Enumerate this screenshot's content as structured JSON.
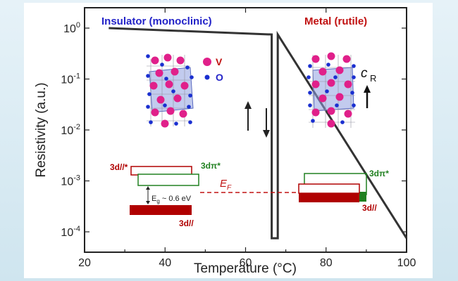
{
  "chart_data": {
    "type": "line",
    "x": [
      26,
      66.5,
      66.5,
      68,
      68,
      100
    ],
    "y": [
      1.0,
      0.75,
      7.5e-05,
      7.5e-05,
      0.75,
      7.5e-05
    ],
    "xlim": [
      20,
      100
    ],
    "ylim_log10": [
      -4.4,
      0.4
    ],
    "log_y": true,
    "xlabel": "Temperature (°C)",
    "ylabel": "Resistivity (a.u.)",
    "x_ticks": [
      "20",
      "40",
      "60",
      "80",
      "100"
    ],
    "y_ticks": [
      {
        "base": "10",
        "exp": "0"
      },
      {
        "base": "10",
        "exp": "-1"
      },
      {
        "base": "10",
        "exp": "-2"
      },
      {
        "base": "10",
        "exp": "-3"
      },
      {
        "base": "10",
        "exp": "-4"
      }
    ],
    "line_color": "#333333"
  },
  "annotations": {
    "insulator_phase": "Insulator (monoclinic)",
    "metal_phase": "Metal (rutile)",
    "legend_v": "V",
    "legend_o": "O",
    "c_axis_label": "c",
    "c_axis_sub": "R",
    "fermi_label": "E",
    "fermi_sub": "F",
    "gap_label": "E",
    "gap_sub": "g",
    "gap_value": "~ 0.6 eV",
    "band_d_parallel": "3d//",
    "band_d_parallel_star": "3d//*",
    "band_d_pi_star": "3dπ*"
  },
  "colors": {
    "vanadium": "#e0208a",
    "oxygen": "#1a2fd0",
    "red_band": "#b00000",
    "green_band": "#208020",
    "fermi_line": "#c01010",
    "insulator_text": "#2323c8",
    "metal_text": "#c01010"
  }
}
